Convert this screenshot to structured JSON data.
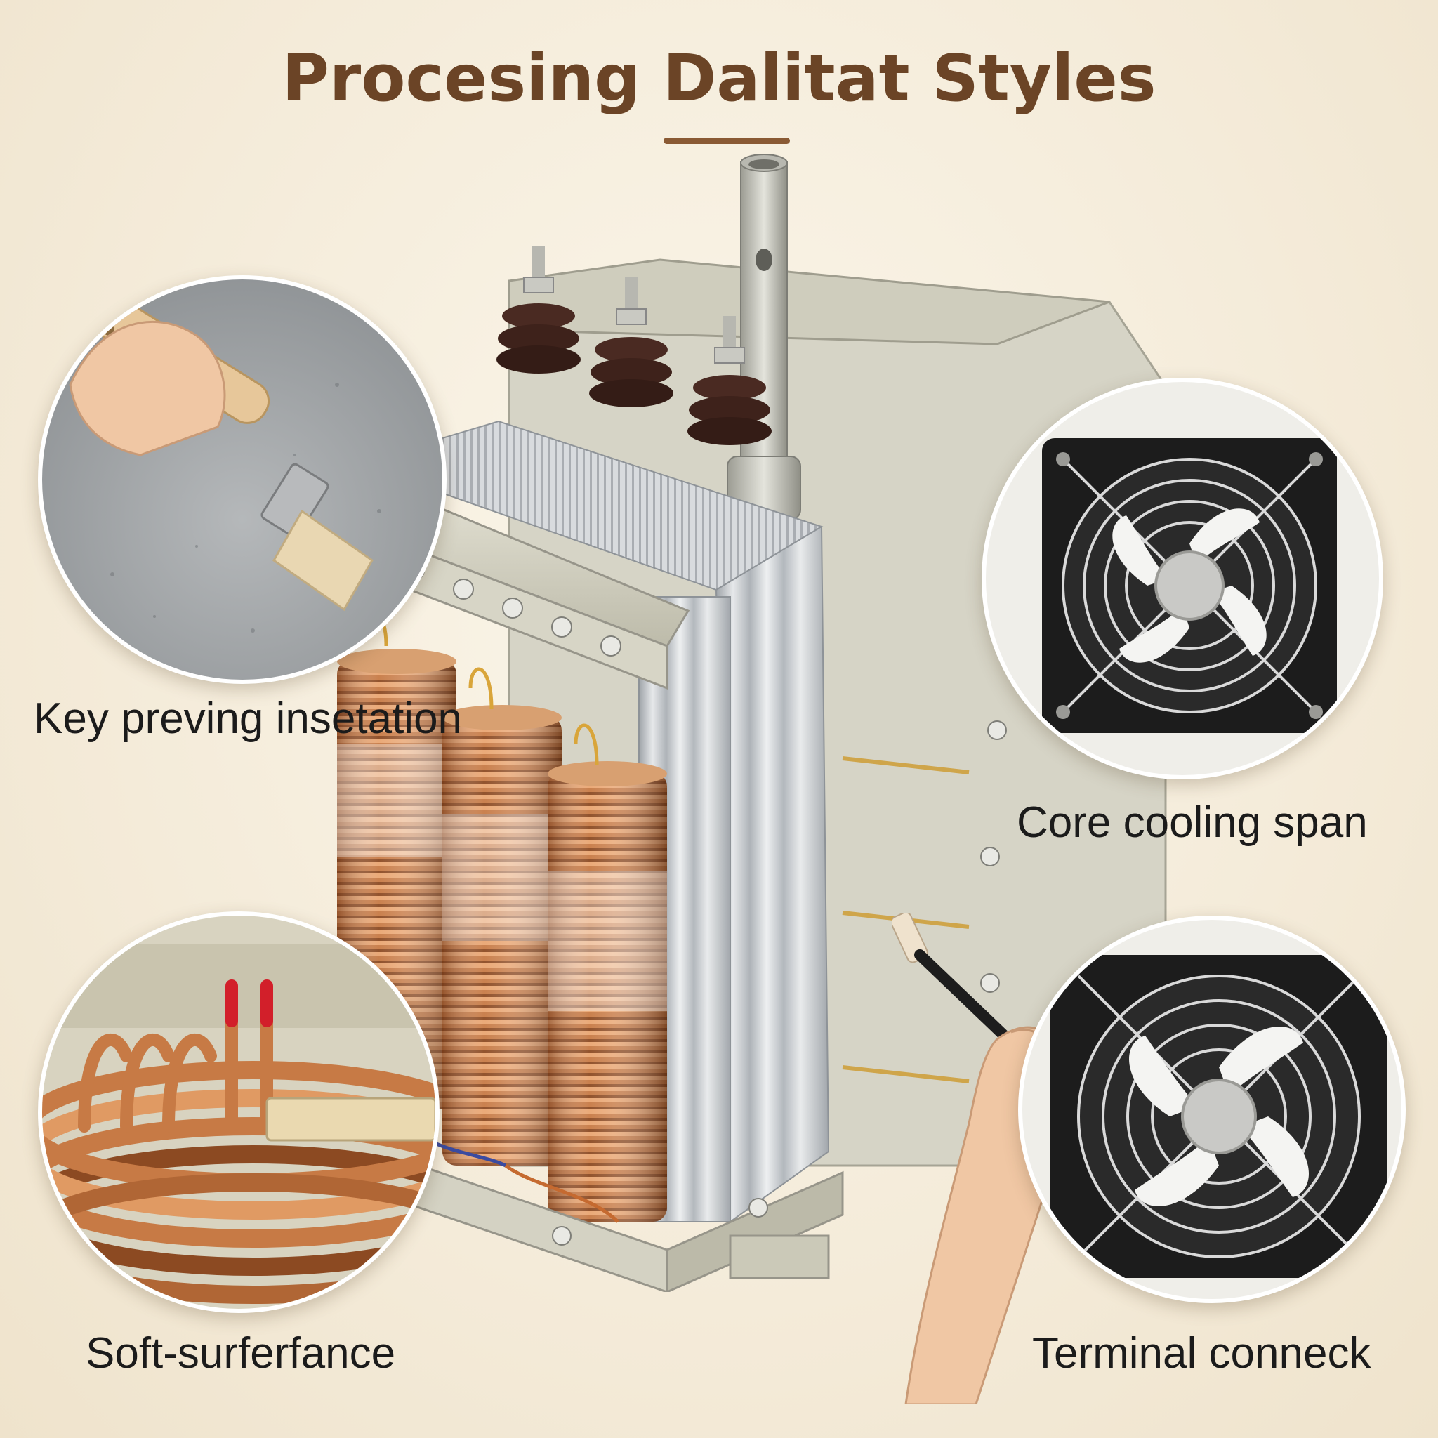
{
  "title": "Procesing Dalitat Styles",
  "callouts": {
    "top_left": "Key preving insetation",
    "mid_right": "Core cooling span",
    "bottom_left": "Soft-surferfance",
    "bottom_right": "Terminal conneck"
  },
  "colors": {
    "title": "#6b4426",
    "accent_rule": "#8a5a34",
    "background": "#f4ebd9",
    "copper": "#c8763e",
    "steel": "#c9c9c2",
    "fan_housing": "#1c1c1c"
  },
  "icons": {
    "brush": "paint-brush-icon",
    "fan": "cooling-fan-icon",
    "coil": "copper-coil-icon"
  }
}
